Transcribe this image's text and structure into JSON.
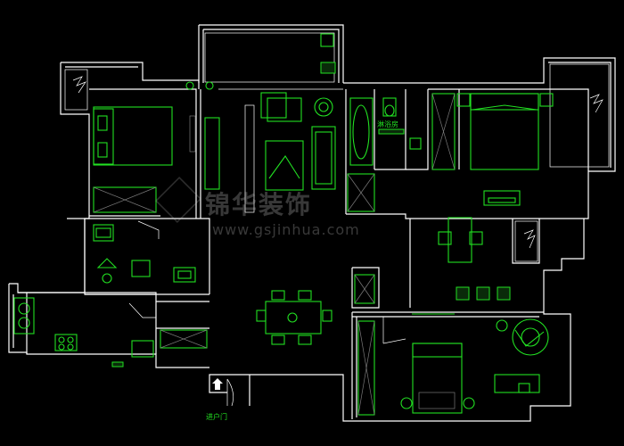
{
  "labels": {
    "entrance": "进户门",
    "shower": "淋浴房"
  },
  "watermark": {
    "title": "锦华装饰",
    "url": "www.gsjinhua.com"
  },
  "colors": {
    "background": "#000000",
    "walls": "#ffffff",
    "furniture": "#22e022",
    "watermark": "#c8c8c8"
  }
}
